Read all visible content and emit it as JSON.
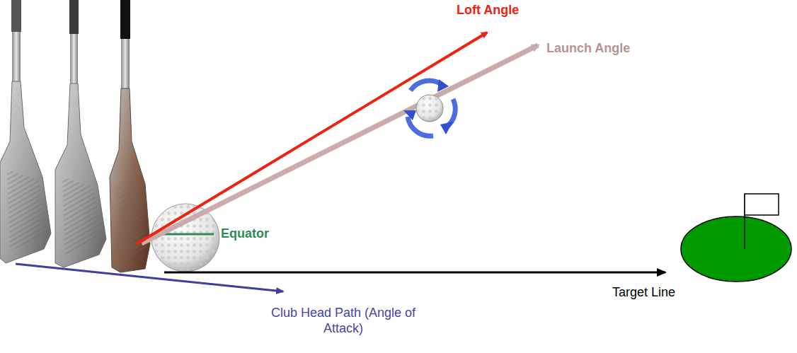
{
  "diagram": {
    "labels": [
      "Loft Angle",
      "Launch Angle",
      "Equator",
      "Target Line",
      "Club Head Path (Angle of Attack)"
    ]
  }
}
